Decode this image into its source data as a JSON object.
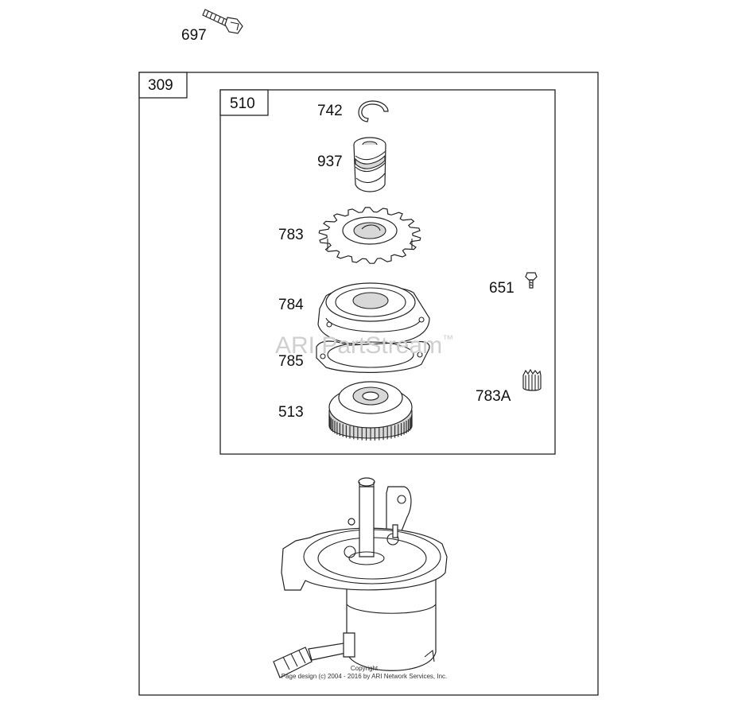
{
  "diagram": {
    "assembly_label": "309",
    "subassembly_label": "510",
    "parts": [
      {
        "id": "697"
      },
      {
        "id": "742"
      },
      {
        "id": "937"
      },
      {
        "id": "783"
      },
      {
        "id": "651"
      },
      {
        "id": "784"
      },
      {
        "id": "785"
      },
      {
        "id": "513"
      },
      {
        "id": "783A"
      }
    ]
  },
  "watermark": {
    "text": "ARI PartStream",
    "mark": "™"
  },
  "copyright": {
    "line1": "Copyright",
    "line2": "Page design (c) 2004 - 2016 by ARI Network Services, Inc."
  }
}
